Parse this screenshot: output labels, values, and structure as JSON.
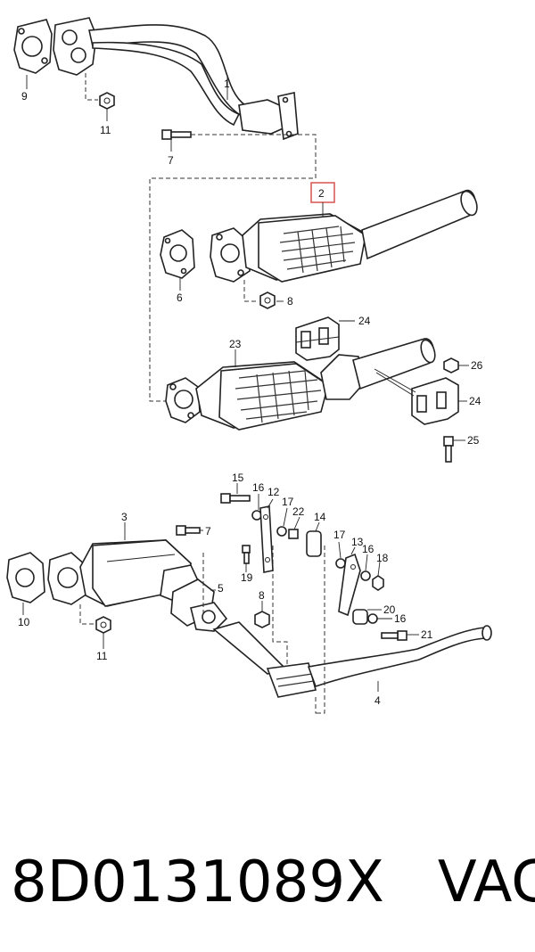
{
  "callouts": {
    "c1": "1",
    "c2": "2",
    "c3": "3",
    "c4": "4",
    "c5": "5",
    "c6": "6",
    "c7a": "7",
    "c7b": "7",
    "c8a": "8",
    "c8b": "8",
    "c9": "9",
    "c10": "10",
    "c11a": "11",
    "c11b": "11",
    "c12": "12",
    "c13": "13",
    "c14": "14",
    "c15": "15",
    "c16a": "16",
    "c16b": "16",
    "c16c": "16",
    "c17a": "17",
    "c17b": "17",
    "c18": "18",
    "c19": "19",
    "c20": "20",
    "c21": "21",
    "c22": "22",
    "c23": "23",
    "c24a": "24",
    "c24b": "24",
    "c25": "25",
    "c26": "26"
  },
  "highlight_color": "#d9534f",
  "footer": {
    "part_number": "8D0131089X",
    "brand": "VAG"
  }
}
